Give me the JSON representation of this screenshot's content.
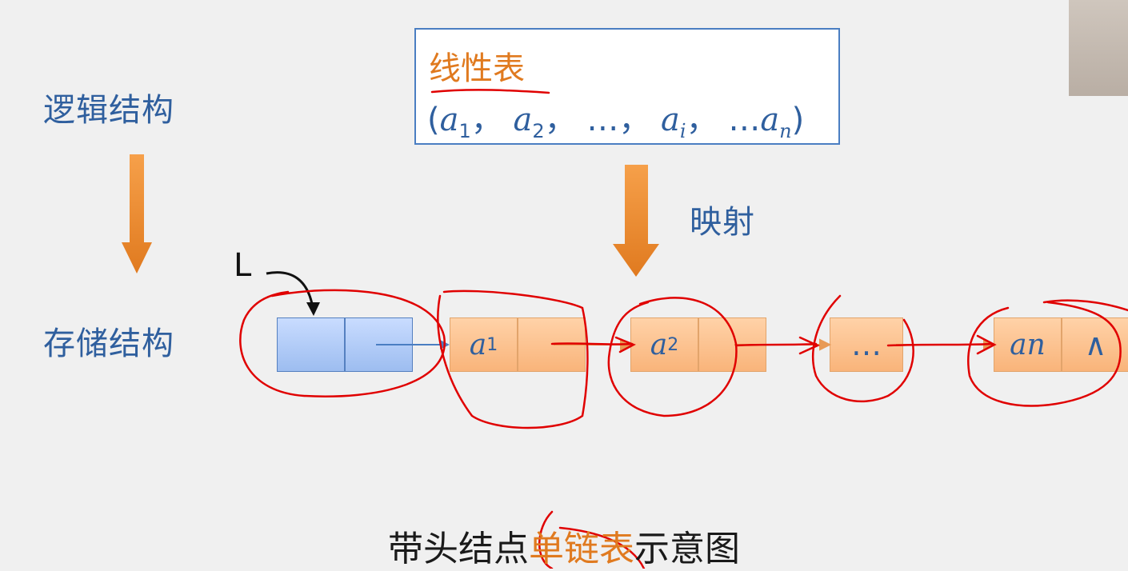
{
  "labels": {
    "logical": "逻辑结构",
    "storage": "存储结构",
    "mapping": "映射",
    "pointer": "L"
  },
  "linear_list": {
    "title": "线性表",
    "open_paren": "(",
    "close_paren": ")",
    "sep": "，",
    "a": "a",
    "sub1": "1",
    "sub2": "2",
    "subi": "i",
    "subn": "n",
    "ellipsis": "…"
  },
  "nodes": {
    "a1_base": "a",
    "a1_sub": "1",
    "a2_base": "a",
    "a2_sub": "2",
    "dots": "…",
    "an_base": "a",
    "an_sub": "n",
    "null_mark": "∧"
  },
  "caption": {
    "part1": "带头结点",
    "highlight": "单链表",
    "part2": "示意图"
  },
  "colors": {
    "blue_text": "#2f5f9e",
    "orange": "#e07a1f",
    "box_border": "#4a7ec2",
    "annotation_red": "#e00000"
  }
}
